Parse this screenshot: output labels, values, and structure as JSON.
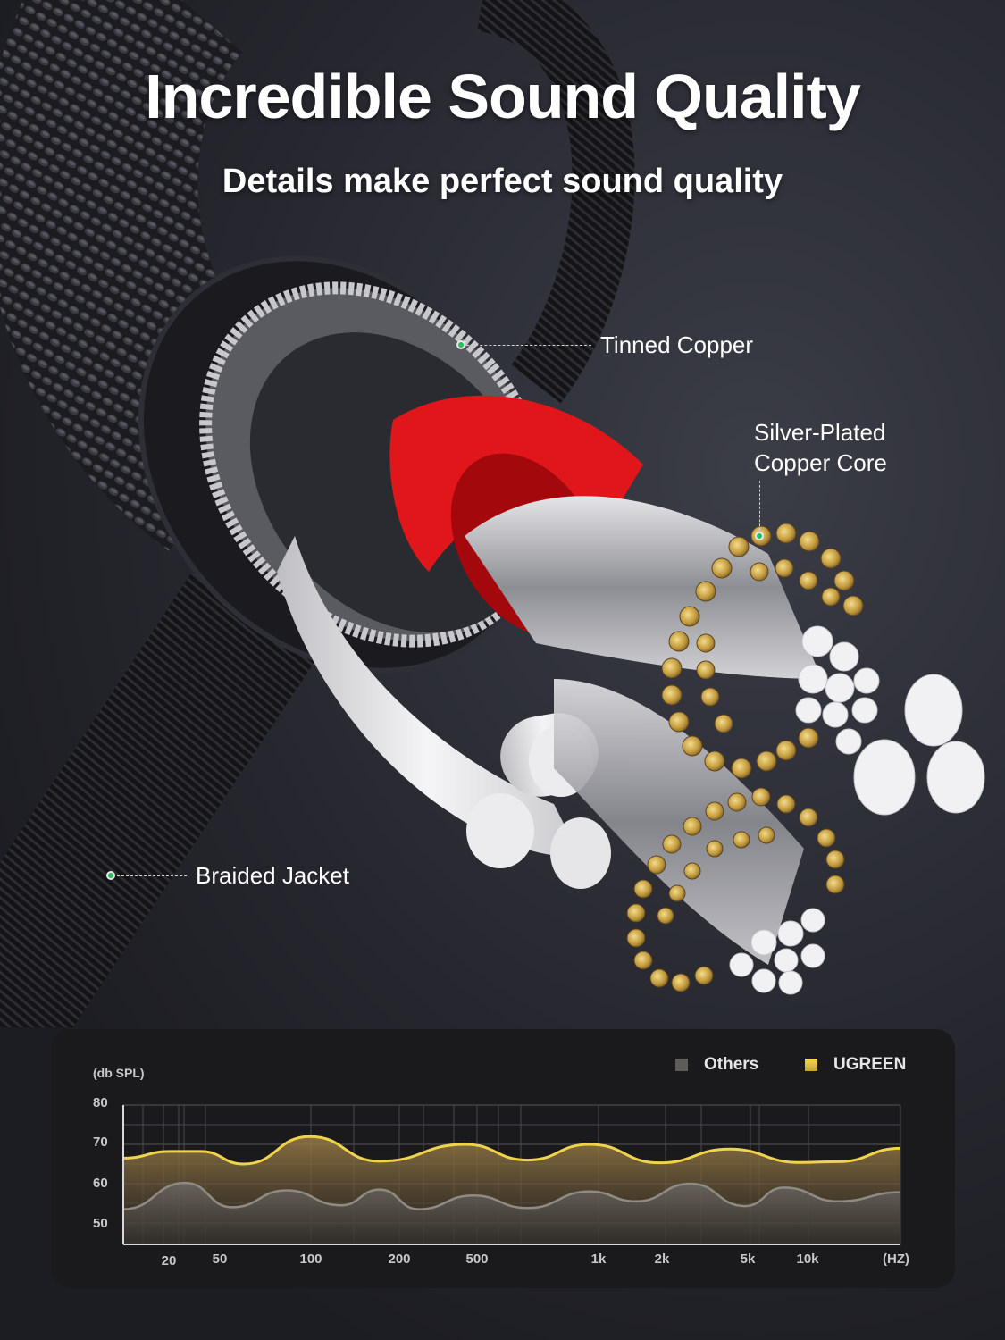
{
  "hero": {
    "title": "Incredible Sound Quality",
    "subtitle": "Details make perfect sound quality"
  },
  "callouts": {
    "tinned_copper": "Tinned Copper",
    "silver_plated_line1": "Silver-Plated",
    "silver_plated_line2": "Copper Core",
    "braided_jacket": "Braided Jacket"
  },
  "colors": {
    "accent_green": "#1fc25a",
    "ugreen_line": "#f0d34a",
    "others_line": "#8e8a84",
    "cable_red": "#e0161b",
    "gold_strand": "#c9a64a",
    "panel_bg": "#1a1a1d"
  },
  "chart_data": {
    "type": "area",
    "title": "",
    "ylabel": "(db SPL)",
    "xlabel": "(HZ)",
    "ylim": [
      45,
      80
    ],
    "yticks": [
      80,
      70,
      60,
      50
    ],
    "x": [
      "20",
      "50",
      "100",
      "200",
      "500",
      "1k",
      "2k",
      "5k",
      "10k"
    ],
    "x_unit_label": "(HZ)",
    "grid": true,
    "legend_position": "top-right",
    "legend": [
      "Others",
      "UGREEN"
    ],
    "series": [
      {
        "name": "UGREEN",
        "color": "#f0d34a",
        "points_x_frac": [
          0.0,
          0.06,
          0.1,
          0.155,
          0.24,
          0.33,
          0.44,
          0.52,
          0.6,
          0.69,
          0.78,
          0.87,
          0.92,
          1.0
        ],
        "values": [
          66.5,
          68.2,
          68.2,
          65.0,
          72.0,
          65.7,
          70.0,
          66.0,
          70.0,
          65.3,
          68.8,
          65.4,
          65.6,
          69.0
        ]
      },
      {
        "name": "Others",
        "color": "#8e8a84",
        "points_x_frac": [
          0.0,
          0.08,
          0.14,
          0.21,
          0.28,
          0.33,
          0.38,
          0.45,
          0.52,
          0.6,
          0.66,
          0.73,
          0.8,
          0.85,
          0.92,
          1.0
        ],
        "values": [
          53.5,
          60.2,
          54.0,
          58.3,
          54.5,
          58.5,
          53.5,
          57.0,
          53.8,
          58.0,
          55.5,
          60.0,
          54.3,
          59.0,
          55.5,
          57.8
        ]
      }
    ]
  }
}
